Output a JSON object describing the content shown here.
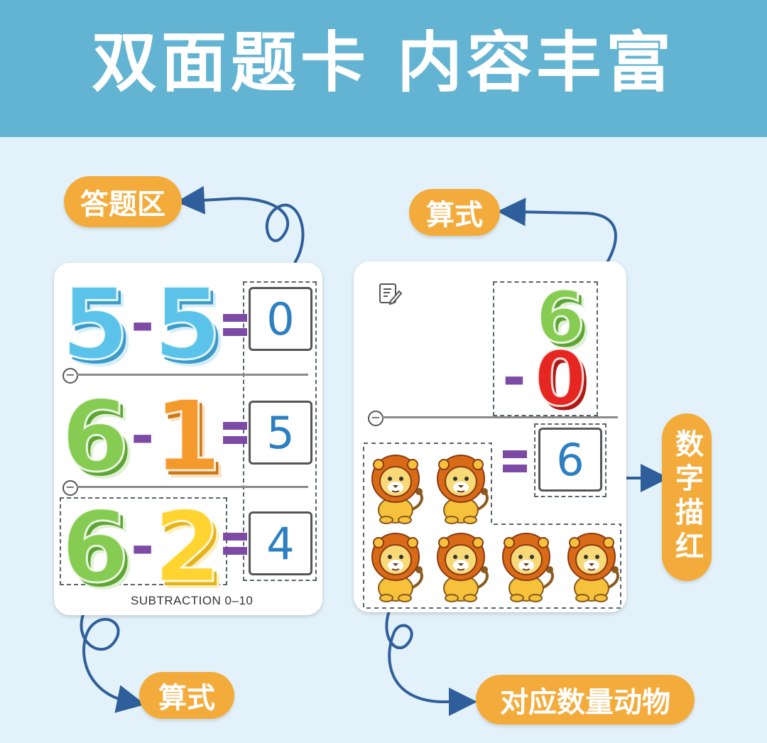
{
  "header": {
    "title": "双面题卡 内容丰富"
  },
  "labels": {
    "answer_area": "答题区",
    "formula_top": "算式",
    "digit_tracing": "数字描红",
    "formula_bottom": "算式",
    "matching_animals": "对应数量动物"
  },
  "left_card": {
    "rows": [
      {
        "a": "5",
        "op": "-",
        "b": "5",
        "answer": "0"
      },
      {
        "a": "6",
        "op": "-",
        "b": "1",
        "answer": "5"
      },
      {
        "a": "6",
        "op": "-",
        "b": "2",
        "answer": "4"
      }
    ],
    "caption": "SUBTRACTION 0–10",
    "separator_symbol": "−"
  },
  "right_card": {
    "top_number": "6",
    "operator": "-",
    "bottom_number": "0",
    "answer": "6",
    "separator_symbol": "−",
    "lion_count": 6,
    "icons": [
      "edit-note-icon"
    ]
  },
  "colors": {
    "header_bg": "#63b4d3",
    "page_bg": "#e3f2fa",
    "pill_bg": "#f3ac3c",
    "arrow": "#2f5f9b",
    "operator": "#7d4ba6"
  }
}
